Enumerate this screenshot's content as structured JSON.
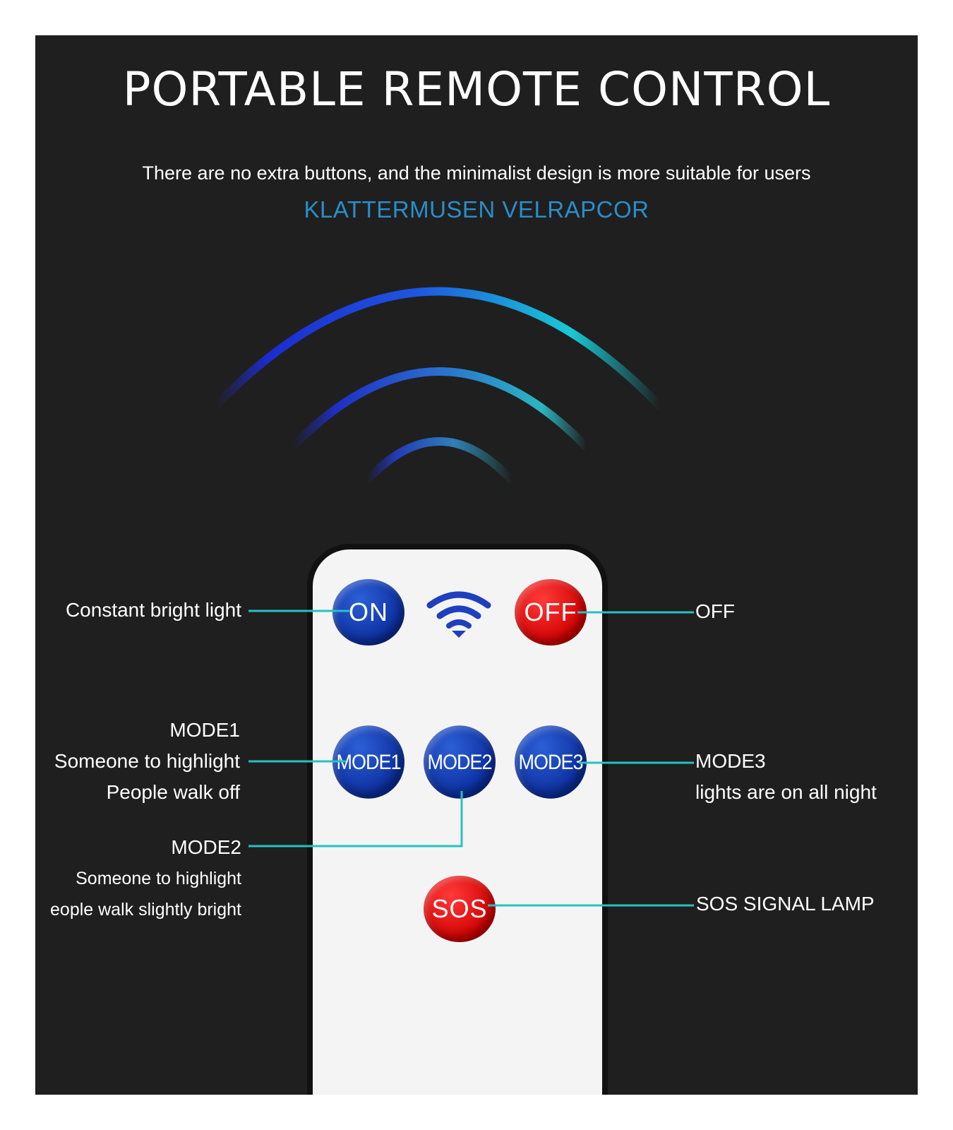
{
  "header": {
    "title": "PORTABLE REMOTE CONTROL",
    "subtitle": "There are no extra buttons, and the minimalist design is more suitable for users",
    "brand": "KLATTERMUSEN VELRAPCOR"
  },
  "remote": {
    "buttons": {
      "on": "ON",
      "off": "OFF",
      "mode1": "MODE1",
      "mode2": "MODE2",
      "mode3": "MODE3",
      "sos": "SOS"
    },
    "signal_icon": "wifi-icon"
  },
  "callouts": {
    "on": "Constant bright light",
    "off": "OFF",
    "mode1": [
      "MODE1",
      "Someone to highlight",
      "People walk off"
    ],
    "mode2": [
      "MODE2",
      "Someone to highlight",
      "eople walk slightly bright"
    ],
    "mode3": [
      "MODE3",
      "lights are on all night"
    ],
    "sos": "SOS SIGNAL LAMP"
  },
  "colors": {
    "background": "#1f1f1f",
    "brand_text": "#2a8ec9",
    "callout_line": "#27c1c4",
    "button_blue": "#0b2e9e",
    "button_red": "#d10000"
  }
}
